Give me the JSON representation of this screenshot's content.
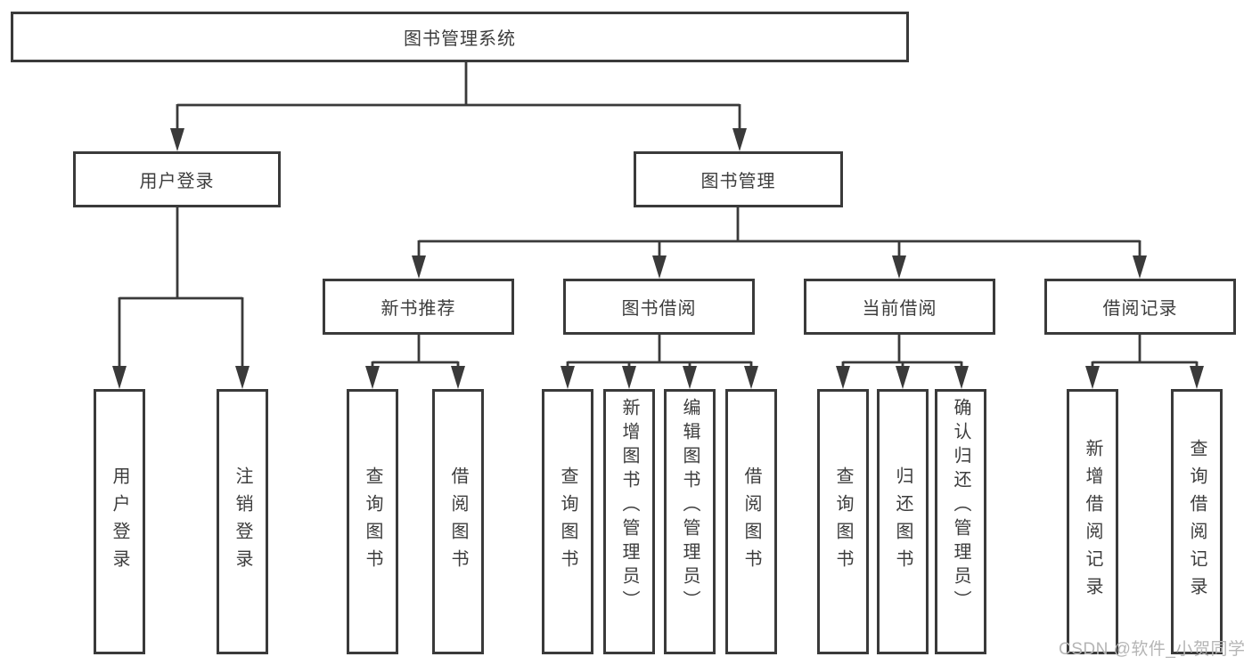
{
  "tree": {
    "label": "图书管理系统",
    "children": [
      {
        "label": "用户登录",
        "children": [
          {
            "label": "用户登录"
          },
          {
            "label": "注销登录"
          }
        ]
      },
      {
        "label": "图书管理",
        "children": [
          {
            "label": "新书推荐",
            "children": [
              {
                "label": "查询图书"
              },
              {
                "label": "借阅图书"
              }
            ]
          },
          {
            "label": "图书借阅",
            "children": [
              {
                "label": "查询图书"
              },
              {
                "label": "新增图书（管理员）"
              },
              {
                "label": "编辑图书（管理员）"
              },
              {
                "label": "借阅图书"
              }
            ]
          },
          {
            "label": "当前借阅",
            "children": [
              {
                "label": "查询图书"
              },
              {
                "label": "归还图书"
              },
              {
                "label": "确认归还（管理员）"
              }
            ]
          },
          {
            "label": "借阅记录",
            "children": [
              {
                "label": "新增借阅记录"
              },
              {
                "label": "查询借阅记录"
              }
            ]
          }
        ]
      }
    ]
  },
  "watermark": {
    "text": "CSDN @软件_小贺同学"
  },
  "colors": {
    "line": "#3a3a3a",
    "box_border": "#3a3a3a",
    "text": "#3d3d3d",
    "watermark": "#b5b5b5",
    "background": "#ffffff"
  }
}
